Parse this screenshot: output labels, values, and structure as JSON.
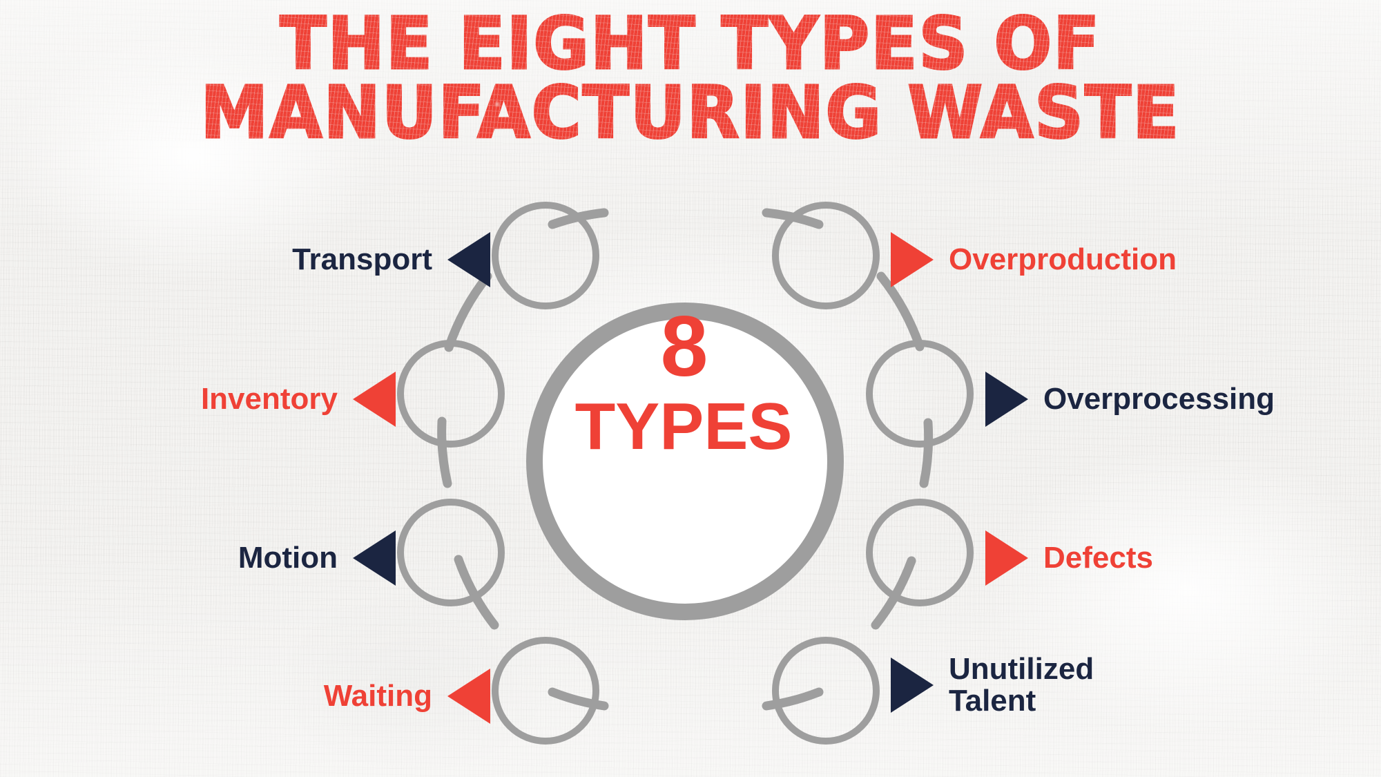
{
  "title": {
    "line1": "THE EIGHT TYPES OF",
    "line2": "MANUFACTURING WASTE"
  },
  "center": {
    "number": "8",
    "word": "TYPES"
  },
  "colors": {
    "red": "#ef4136",
    "navy": "#1b2541",
    "ring_gray": "#9e9e9e",
    "node_gray": "#9e9e9e",
    "background": "#f4f3f1"
  },
  "items": [
    {
      "label": "Transport",
      "side": "left",
      "color": "navy",
      "arrow": "triangle-left-icon",
      "node_index": 0
    },
    {
      "label": "Inventory",
      "side": "left",
      "color": "red",
      "arrow": "triangle-left-icon",
      "node_index": 1
    },
    {
      "label": "Motion",
      "side": "left",
      "color": "navy",
      "arrow": "triangle-left-icon",
      "node_index": 2
    },
    {
      "label": "Waiting",
      "side": "left",
      "color": "red",
      "arrow": "triangle-left-icon",
      "node_index": 3
    },
    {
      "label": "Overproduction",
      "side": "right",
      "color": "red",
      "arrow": "triangle-right-icon",
      "node_index": 4
    },
    {
      "label": "Overprocessing",
      "side": "right",
      "color": "navy",
      "arrow": "triangle-right-icon",
      "node_index": 5
    },
    {
      "label": "Defects",
      "side": "right",
      "color": "red",
      "arrow": "triangle-right-icon",
      "node_index": 6
    },
    {
      "label": "Unutilized\nTalent",
      "side": "right",
      "color": "navy",
      "arrow": "triangle-right-icon",
      "node_index": 7
    }
  ]
}
